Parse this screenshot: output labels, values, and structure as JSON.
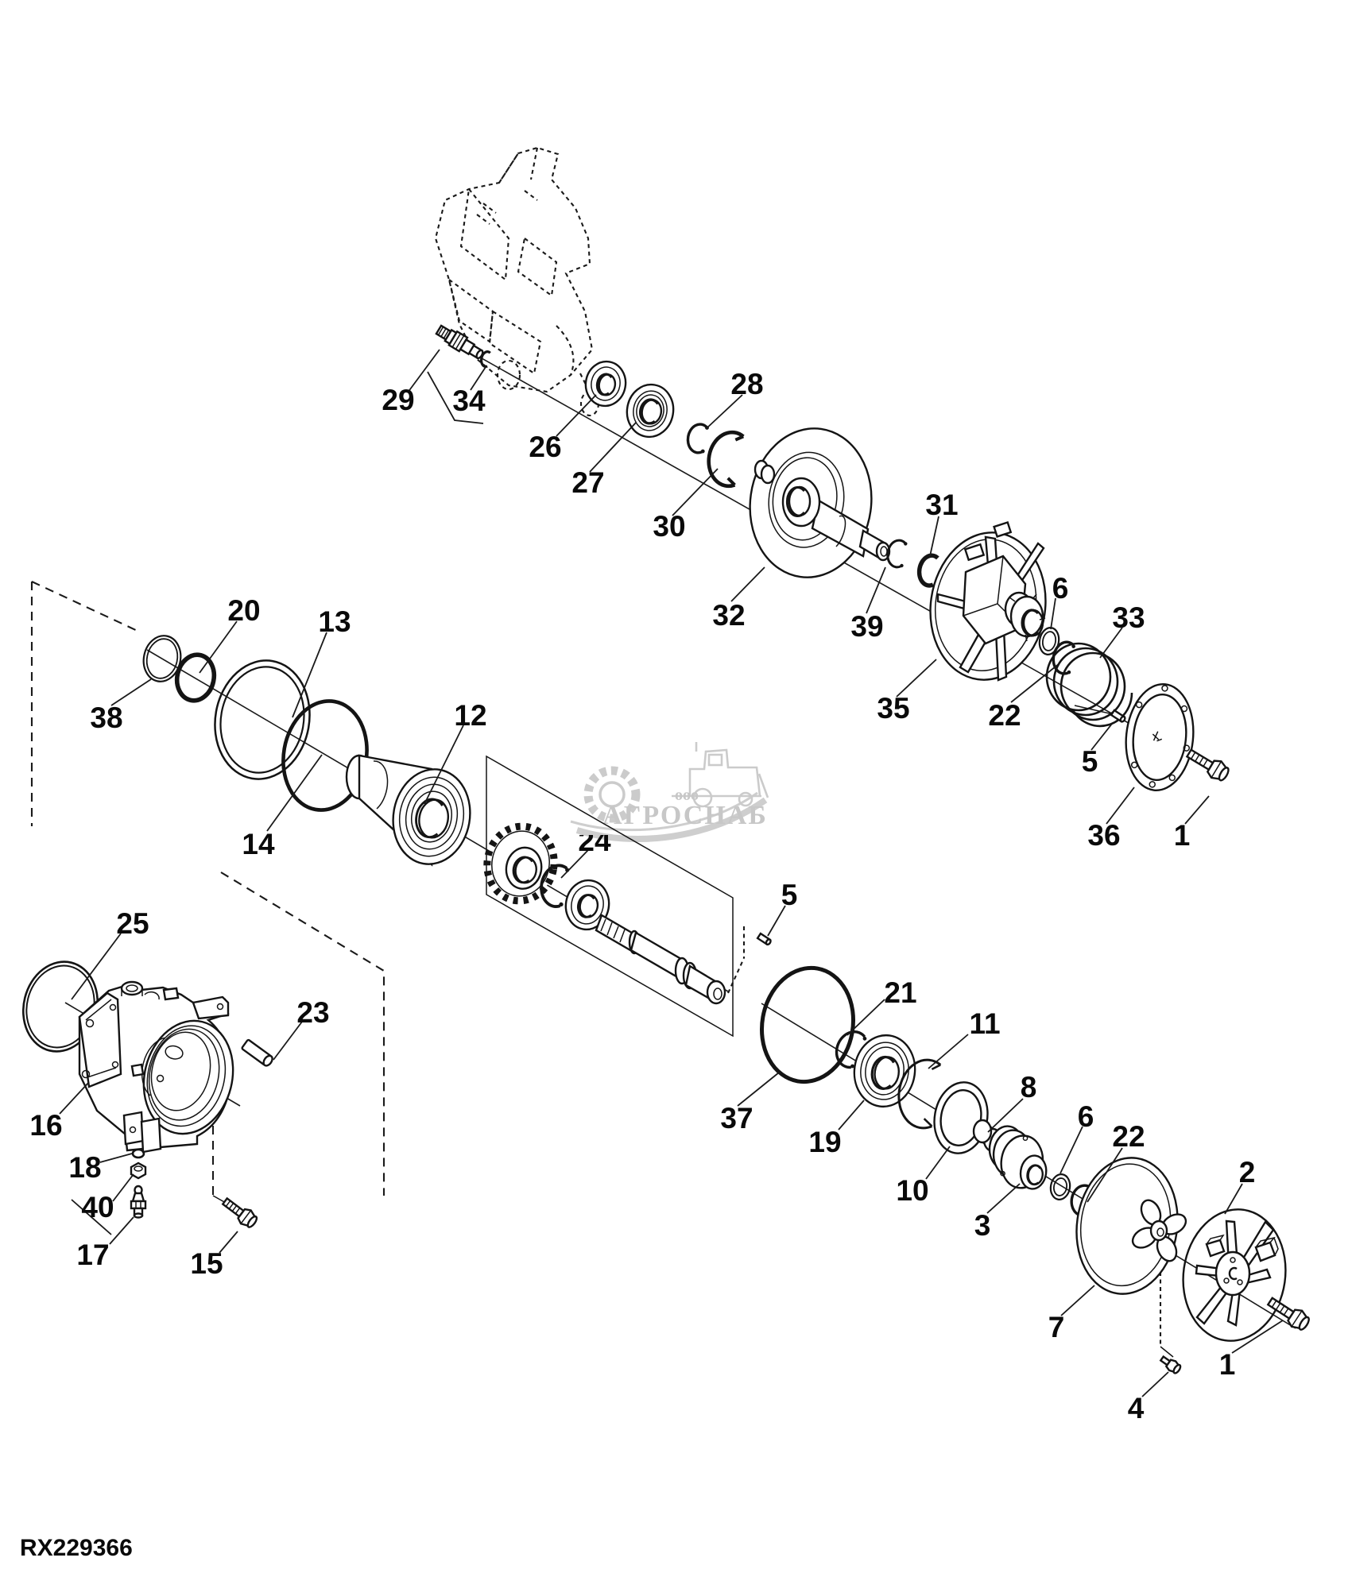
{
  "document": {
    "drawing_number": "RX229366"
  },
  "watermark": {
    "org_form": "ооо",
    "name": "АГРОСНАБ",
    "color": "#c8c8c8",
    "logo": "gear-and-combine-harvester-icon"
  },
  "diagram": {
    "background": "#ffffff",
    "line_color": "#141414"
  },
  "callouts": {
    "n1a": {
      "label": "1"
    },
    "n1b": {
      "label": "1"
    },
    "n2": {
      "label": "2"
    },
    "n3": {
      "label": "3"
    },
    "n4": {
      "label": "4"
    },
    "n5a": {
      "label": "5"
    },
    "n5b": {
      "label": "5"
    },
    "n6a": {
      "label": "6"
    },
    "n6b": {
      "label": "6"
    },
    "n7": {
      "label": "7"
    },
    "n8": {
      "label": "8"
    },
    "n10": {
      "label": "10"
    },
    "n11": {
      "label": "11"
    },
    "n12": {
      "label": "12"
    },
    "n13": {
      "label": "13"
    },
    "n14": {
      "label": "14"
    },
    "n15": {
      "label": "15"
    },
    "n16": {
      "label": "16"
    },
    "n17": {
      "label": "17"
    },
    "n18": {
      "label": "18"
    },
    "n19": {
      "label": "19"
    },
    "n20": {
      "label": "20"
    },
    "n21": {
      "label": "21"
    },
    "n22a": {
      "label": "22"
    },
    "n22b": {
      "label": "22"
    },
    "n23": {
      "label": "23"
    },
    "n24": {
      "label": "24"
    },
    "n25": {
      "label": "25"
    },
    "n26": {
      "label": "26"
    },
    "n27": {
      "label": "27"
    },
    "n28": {
      "label": "28"
    },
    "n29": {
      "label": "29"
    },
    "n30": {
      "label": "30"
    },
    "n31": {
      "label": "31"
    },
    "n32": {
      "label": "32"
    },
    "n33": {
      "label": "33"
    },
    "n34": {
      "label": "34"
    },
    "n35": {
      "label": "35"
    },
    "n36": {
      "label": "36"
    },
    "n37": {
      "label": "37"
    },
    "n38": {
      "label": "38"
    },
    "n39": {
      "label": "39"
    },
    "n40": {
      "label": "40"
    }
  }
}
